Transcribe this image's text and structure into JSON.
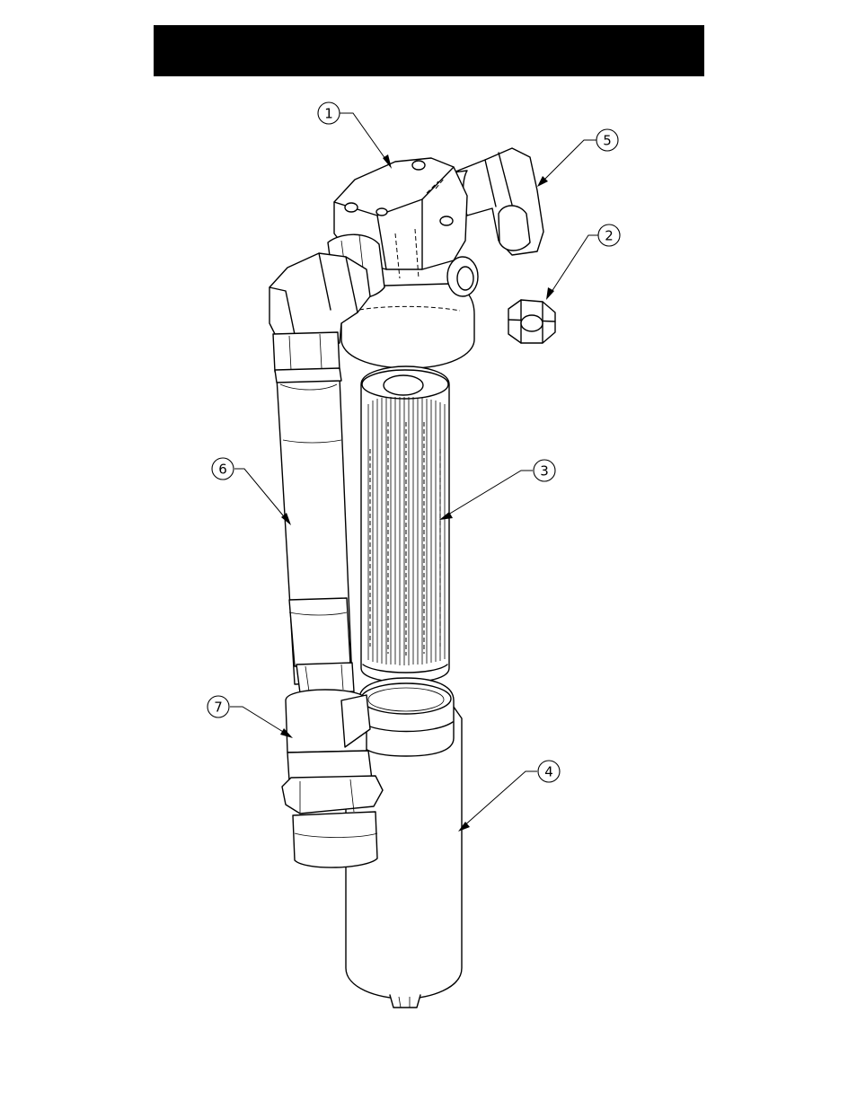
{
  "callouts": [
    {
      "id": "1"
    },
    {
      "id": "2"
    },
    {
      "id": "3"
    },
    {
      "id": "4"
    },
    {
      "id": "5"
    },
    {
      "id": "6"
    },
    {
      "id": "7"
    }
  ],
  "colors": {
    "line": "#000000",
    "background": "#ffffff",
    "title_bar": "#000000"
  }
}
